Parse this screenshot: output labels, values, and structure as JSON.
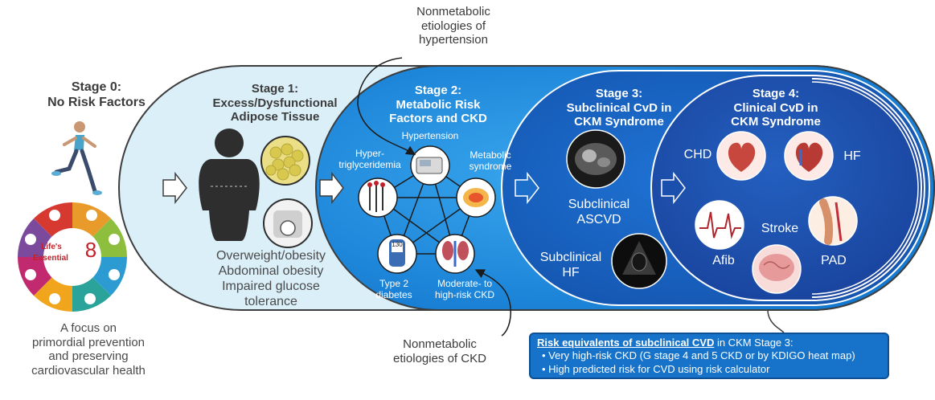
{
  "stage0": {
    "title": "Stage 0:\nNo Risk Factors",
    "wheel_label_1": "Life's",
    "wheel_label_2": "Essential",
    "wheel_number": "8",
    "caption": "A focus on\nprimordial prevention\nand preserving\ncardiovascular health"
  },
  "stage1": {
    "title": "Stage 1:\nExcess/Dysfunctional\nAdipose Tissue",
    "caption": "Overweight/obesity\nAbdominal obesity\nImpaired glucose\ntolerance"
  },
  "stage2": {
    "title": "Stage 2:\nMetabolic Risk\nFactors and CKD",
    "hypertension": "Hypertension",
    "hypertrig": "Hyper-\ntriglyceridemia",
    "metabolic": "Metabolic\nsyndrome",
    "diabetes": "Type 2\ndiabetes",
    "ckd": "Moderate- to\nhigh-risk CKD",
    "meter_value": "130"
  },
  "stage3": {
    "title": "Stage 3:\nSubclinical CvD in\nCKM Syndrome",
    "ascvd": "Subclinical\nASCVD",
    "hf": "Subclinical\nHF"
  },
  "stage4": {
    "title": "Stage 4:\nClinical CvD in\nCKM Syndrome",
    "chd": "CHD",
    "hf": "HF",
    "stroke": "Stroke",
    "afib": "Afib",
    "pad": "PAD"
  },
  "annotations": {
    "top": "Nonmetabolic\netiologies of\nhypertension",
    "bottom": "Nonmetabolic\netiologies of CKD"
  },
  "riskbox": {
    "head_underlined": "Risk equivalents of subclinical CVD",
    "head_rest": " in CKM Stage 3:",
    "bullet1": "• Very high-risk CKD (G stage 4 and 5 CKD or by KDIGO heat map)",
    "bullet2": "• High predicted risk for CVD using risk calculator"
  },
  "colors": {
    "stage1_fill": "#dbeff9",
    "stage2_fill": "#1f8fe0",
    "stage3_fill": "#1863c4",
    "stage4_fill": "#1b4fae",
    "outline": "#3d3d3d"
  }
}
